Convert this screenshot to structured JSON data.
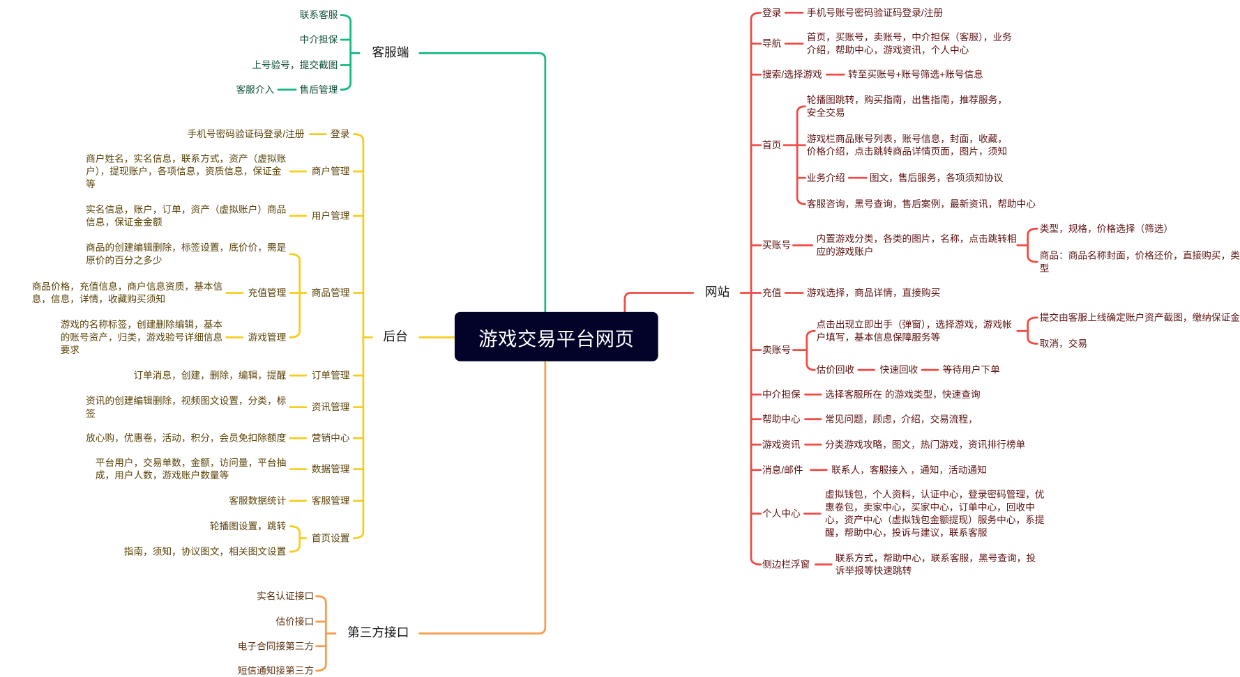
{
  "center": {
    "title": "游戏交易平台网页"
  },
  "colors": {
    "customer_service": "#14b97e",
    "backend": "#f6cd1e",
    "third_party": "#f69c4c",
    "website": "#f14a44",
    "center_bg": "#03032a"
  },
  "customer_service": {
    "label": "客服端",
    "items": [
      {
        "label": "联系客服"
      },
      {
        "label": "中介担保"
      },
      {
        "label": "上号验号，提交截图"
      },
      {
        "label": "售后管理",
        "detail": "客服介入"
      }
    ]
  },
  "backend": {
    "label": "后台",
    "items": [
      {
        "label": "登录",
        "detail": "手机号密码验证码登录/注册"
      },
      {
        "label": "商户管理",
        "detail": "商户姓名，实名信息，联系方式，资产（虚拟账户），提现账户，各项信息，资质信息，保证金等"
      },
      {
        "label": "用户管理",
        "detail": "实名信息，账户，订单，资产（虚拟账户）商品信息，保证金金额"
      },
      {
        "label": "商品管理",
        "detail": "商品的创建编辑删除，标签设置，底价价，需是原价的百分之多少",
        "children": [
          {
            "label": "充值管理",
            "detail": "商品价格，充值信息，商户信息资质，基本信息，信息，详情，收藏购买须知"
          },
          {
            "label": "游戏管理",
            "detail": "游戏的名称标签，创建删除编辑，基本的账号资产，归类，游戏验号详细信息要求"
          }
        ]
      },
      {
        "label": "订单管理",
        "detail": "订单消息，创建，删除，编辑，提醒"
      },
      {
        "label": "资讯管理",
        "detail": "资讯的创建编辑删除，视频图文设置，分类，标签"
      },
      {
        "label": "营销中心",
        "detail": "放心购，优惠卷，活动，积分，会员免扣除额度"
      },
      {
        "label": "数据管理",
        "detail": "平台用户，交易单数，金额，访问量，平台抽成，用户人数，游戏账户数量等"
      },
      {
        "label": "客服管理",
        "detail": "客服数据统计"
      },
      {
        "label": "首页设置",
        "children": [
          "轮播图设置，跳转",
          "指南，须知，协议图文，相关图文设置"
        ]
      }
    ]
  },
  "third_party": {
    "label": "第三方接口",
    "items": [
      "实名认证接口",
      "估价接口",
      "电子合同接第三方",
      "短信通知接第三方"
    ]
  },
  "website": {
    "label": "网站",
    "items": [
      {
        "label": "登录",
        "detail": "手机号账号密码验证码登录/注册"
      },
      {
        "label": "导航",
        "detail": "首页，买账号，卖账号，中介担保（客服），业务介绍，帮助中心，游戏资讯，个人中心"
      },
      {
        "label": "搜索/选择游戏",
        "detail": "转至买账号+账号筛选+账号信息"
      },
      {
        "label": "首页",
        "children": [
          {
            "text": "轮播图跳转，购买指南，出售指南，推荐服务，安全交易"
          },
          {
            "text": "游戏栏商品账号列表，账号信息，封面，收藏，价格介绍，点击跳转商品详情页面，图片，须知"
          },
          {
            "text": "业务介绍",
            "detail": "图文，售后服务，各项须知协议"
          },
          {
            "text": "客服咨询，黑号查询，售后案例，最新资讯，帮助中心"
          }
        ]
      },
      {
        "label": "买账号",
        "detail": "内置游戏分类，各类的图片，名称，点击跳转相应的游戏账户",
        "children": [
          "类型，规格，价格选择（筛选）",
          "商品：商品名称封面，价格还价，直接购买，类型"
        ]
      },
      {
        "label": "充值",
        "detail": "游戏选择，商品详情，直接购买"
      },
      {
        "label": "卖账号",
        "children": [
          {
            "text": "点击出现立即出手（弹窗），选择游戏，游戏帐户填写，基本信息保障服务等",
            "children": [
              "提交由客服上线确定账户资产截图，缴纳保证金",
              "取消，交易"
            ]
          },
          {
            "text": "估价回收",
            "chain": [
              "快速回收",
              "等待用户下单"
            ]
          }
        ]
      },
      {
        "label": "中介担保",
        "detail": "选择客服所在 的游戏类型，快速查询"
      },
      {
        "label": "帮助中心",
        "detail": "常见问题，顾虑，介绍，交易流程，"
      },
      {
        "label": "游戏资讯",
        "detail": "分类游戏攻略，图文，热门游戏，资讯排行榜单"
      },
      {
        "label": "消息/邮件",
        "detail": "联系人，客服接入 ，通知，活动通知"
      },
      {
        "label": "个人中心",
        "detail": "虚拟钱包，个人资料，认证中心，登录密码管理，优惠卷包，卖家中心，买家中心，订单中心，回收中心，资产中心（虚拟钱包金额提现）服务中心，系提醒，帮助中心，投诉与建议，联系客服"
      },
      {
        "label": "侧边栏浮窗",
        "detail": "联系方式，帮助中心，联系客服，黑号查询，投诉举报等快速跳转"
      }
    ]
  }
}
